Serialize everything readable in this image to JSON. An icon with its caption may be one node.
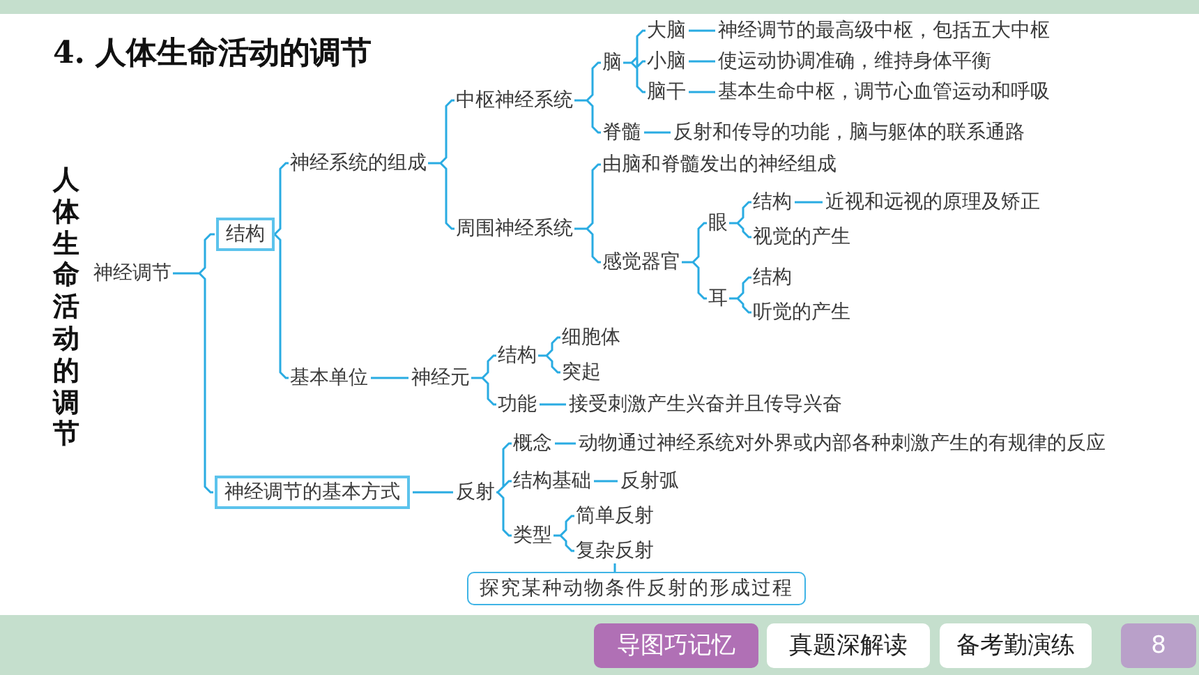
{
  "diagram": {
    "title": "4. 人体生命活动的调节",
    "nodes": [
      {
        "text": [
          "神经调节"
        ]
      },
      {
        "text": [
          "结构"
        ]
      },
      {
        "text": [
          "神经调节的基本方式"
        ]
      },
      {
        "text": [
          "神经系统的组成"
        ]
      },
      {
        "text": [
          "基本单位"
        ]
      },
      {
        "text": [
          "神经元"
        ]
      },
      {
        "text": [
          "中枢神经系统"
        ]
      },
      {
        "text": [
          "周围神经系统"
        ]
      },
      {
        "text": [
          "脑"
        ]
      },
      {
        "text": [
          "脊髓"
        ]
      },
      {
        "text": [
          "大脑"
        ]
      },
      {
        "text": [
          "神经调节的最高级中枢，包括五大中枢"
        ]
      },
      {
        "text": [
          "小脑"
        ]
      },
      {
        "text": [
          "使运动协调准确，维持身体平衡"
        ]
      },
      {
        "text": [
          "脑干"
        ]
      },
      {
        "text": [
          "基本生命中枢，调节心血管运动和呼吸"
        ]
      },
      {
        "text": [
          "反射和传导的功能，脑与躯体的联系通路"
        ]
      },
      {
        "text": [
          "由脑和脊髓发出的神经组成"
        ]
      },
      {
        "text": [
          "感觉器官"
        ]
      },
      {
        "text": [
          "眼"
        ]
      },
      {
        "text": [
          "耳"
        ]
      },
      {
        "text": [
          "结构"
        ]
      },
      {
        "text": [
          "近视和远视的原理及矫正"
        ]
      },
      {
        "text": [
          "视觉的产生"
        ]
      },
      {
        "text": [
          "结构"
        ]
      },
      {
        "text": [
          "听觉的产生"
        ]
      },
      {
        "text": [
          "结构"
        ]
      },
      {
        "text": [
          "功能"
        ]
      },
      {
        "text": [
          "细胞体"
        ]
      },
      {
        "text": [
          "突起"
        ]
      },
      {
        "text": [
          "接受刺激产生兴奋并且传导兴奋"
        ]
      },
      {
        "text": [
          "反射"
        ]
      },
      {
        "text": [
          "概念"
        ]
      },
      {
        "text": [
          "动物通过神经系统对外界或内部各种刺激产生的有规律的反应"
        ]
      },
      {
        "text": [
          "结构基础"
        ]
      },
      {
        "text": [
          "反射弧"
        ]
      },
      {
        "text": [
          "类型"
        ]
      },
      {
        "text": [
          "简单反射"
        ]
      },
      {
        "text": [
          "复杂反射"
        ]
      },
      {
        "text": [
          "探究某种动物条件反射的形成过程"
        ]
      }
    ],
    "edges": [
      {
        "from": 0,
        "to": 1,
        "arrow": "none"
      },
      {
        "from": 0,
        "to": 2,
        "arrow": "none"
      },
      {
        "from": 1,
        "to": 3,
        "arrow": "none"
      },
      {
        "from": 1,
        "to": 4,
        "arrow": "none"
      },
      {
        "from": 3,
        "to": 6,
        "arrow": "none"
      },
      {
        "from": 3,
        "to": 7,
        "arrow": "none"
      },
      {
        "from": 6,
        "to": 8,
        "arrow": "none"
      },
      {
        "from": 6,
        "to": 9,
        "arrow": "none"
      },
      {
        "from": 8,
        "to": 10,
        "arrow": "none"
      },
      {
        "from": 8,
        "to": 12,
        "arrow": "none"
      },
      {
        "from": 8,
        "to": 14,
        "arrow": "none"
      },
      {
        "from": 10,
        "to": 11,
        "arrow": "none"
      },
      {
        "from": 12,
        "to": 13,
        "arrow": "none"
      },
      {
        "from": 14,
        "to": 15,
        "arrow": "none"
      },
      {
        "from": 9,
        "to": 16,
        "arrow": "none"
      },
      {
        "from": 7,
        "to": 17,
        "arrow": "none"
      },
      {
        "from": 7,
        "to": 18,
        "arrow": "none"
      },
      {
        "from": 18,
        "to": 19,
        "arrow": "none"
      },
      {
        "from": 18,
        "to": 20,
        "arrow": "none"
      },
      {
        "from": 19,
        "to": 21,
        "arrow": "none"
      },
      {
        "from": 19,
        "to": 23,
        "arrow": "none"
      },
      {
        "from": 21,
        "to": 22,
        "arrow": "none"
      },
      {
        "from": 20,
        "to": 24,
        "arrow": "none"
      },
      {
        "from": 20,
        "to": 25,
        "arrow": "none"
      },
      {
        "from": 4,
        "to": 5,
        "arrow": "none"
      },
      {
        "from": 5,
        "to": 26,
        "arrow": "none"
      },
      {
        "from": 5,
        "to": 27,
        "arrow": "none"
      },
      {
        "from": 26,
        "to": 28,
        "arrow": "none"
      },
      {
        "from": 26,
        "to": 29,
        "arrow": "none"
      },
      {
        "from": 27,
        "to": 30,
        "arrow": "none"
      },
      {
        "from": 2,
        "to": 31,
        "arrow": "none"
      },
      {
        "from": 31,
        "to": 32,
        "arrow": "none"
      },
      {
        "from": 31,
        "to": 34,
        "arrow": "none"
      },
      {
        "from": 31,
        "to": 36,
        "arrow": "none"
      },
      {
        "from": 32,
        "to": 33,
        "arrow": "none"
      },
      {
        "from": 34,
        "to": 35,
        "arrow": "none"
      },
      {
        "from": 36,
        "to": 37,
        "arrow": "none"
      },
      {
        "from": 36,
        "to": 38,
        "arrow": "none"
      },
      {
        "from": 39,
        "to": 38,
        "arrow": "none"
      }
    ],
    "labels": [
      "人体生命活动的调节",
      "导图巧记忆",
      "真题深解读",
      "备考勤演练",
      "8"
    ]
  }
}
